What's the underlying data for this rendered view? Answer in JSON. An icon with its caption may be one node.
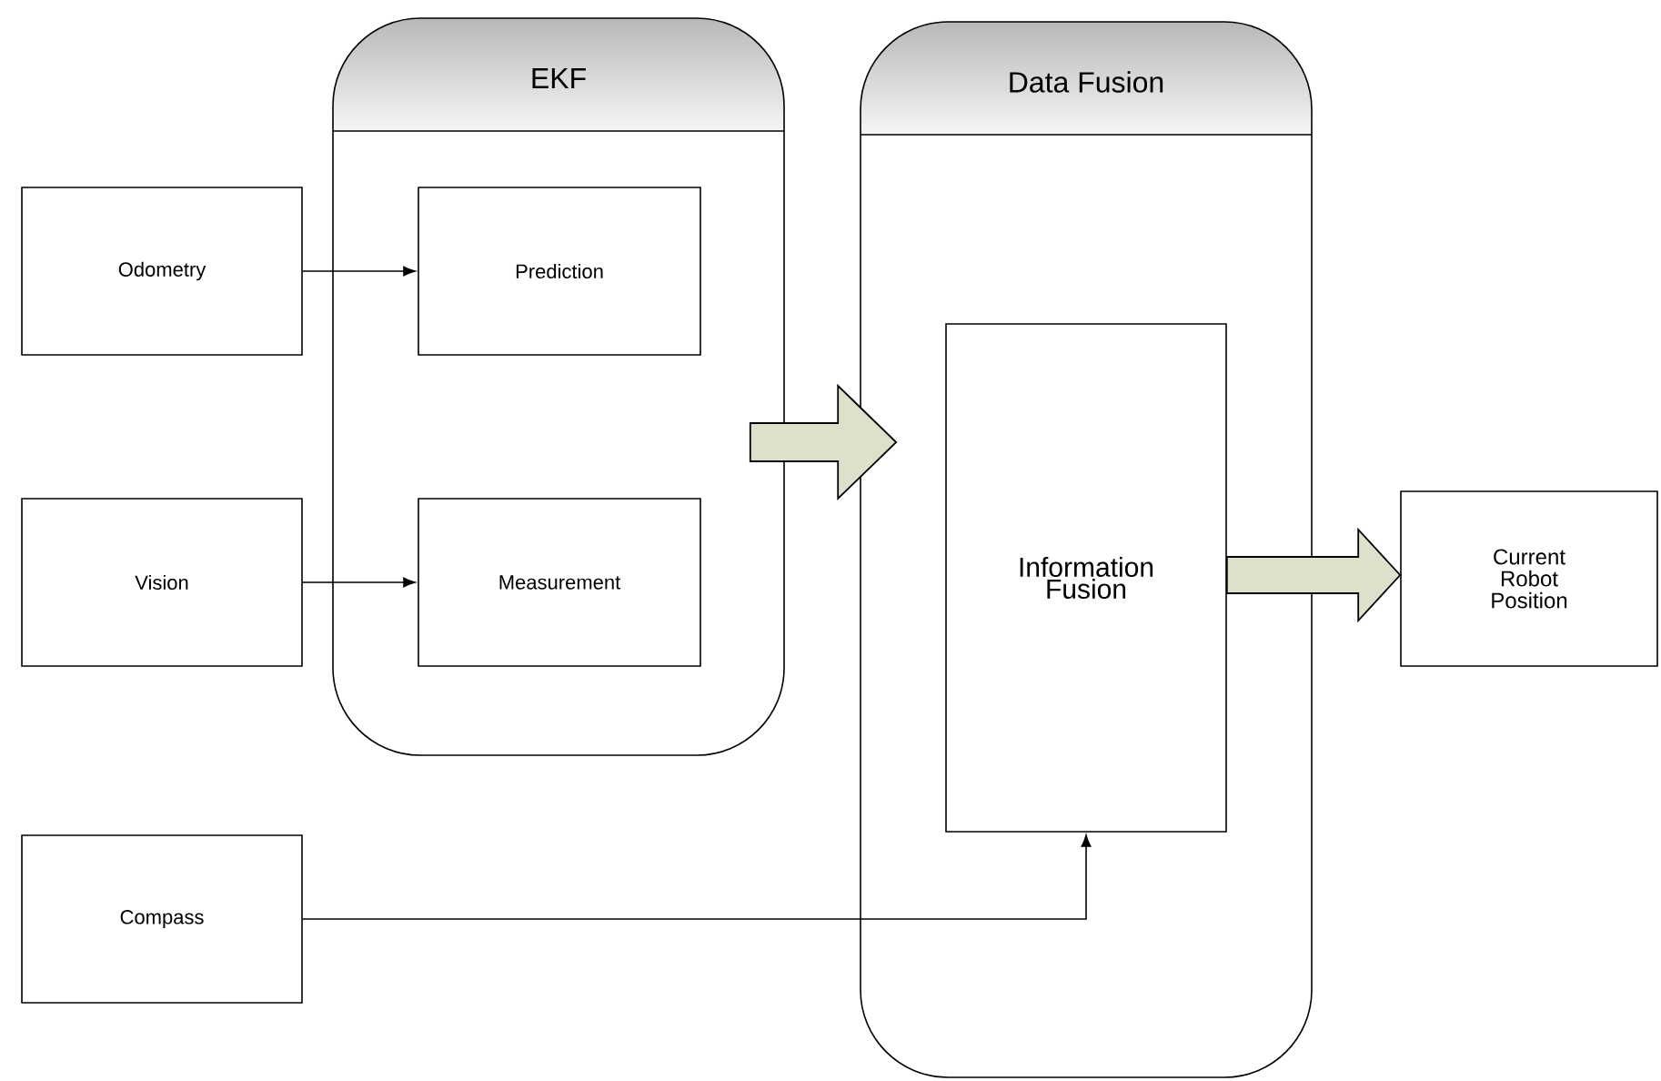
{
  "diagram": {
    "nodes": [
      {
        "text": [
          "Odometry"
        ]
      },
      {
        "text": [
          "Vision"
        ]
      },
      {
        "text": [
          "Compass"
        ]
      },
      {
        "text": [
          "EKF"
        ]
      },
      {
        "text": [
          "Prediction"
        ],
        "in": 3
      },
      {
        "text": [
          "Measurement"
        ],
        "in": 3
      },
      {
        "text": [
          "Data Fusion"
        ]
      },
      {
        "text": [
          "Information Fusion"
        ],
        "in": 6
      },
      {
        "text": [
          "Current Robot Position"
        ]
      }
    ],
    "edges": [
      {
        "from": 0,
        "to": 4,
        "arrow": "to"
      },
      {
        "from": 1,
        "to": 5,
        "arrow": "to"
      },
      {
        "from": 3,
        "to": 6,
        "arrow": "to",
        "style": "thick",
        "color": "#dde0cb"
      },
      {
        "from": 7,
        "to": 8,
        "arrow": "to",
        "style": "thick",
        "color": "#dde0cb"
      },
      {
        "from": 2,
        "to": 7,
        "arrow": "to"
      }
    ]
  }
}
